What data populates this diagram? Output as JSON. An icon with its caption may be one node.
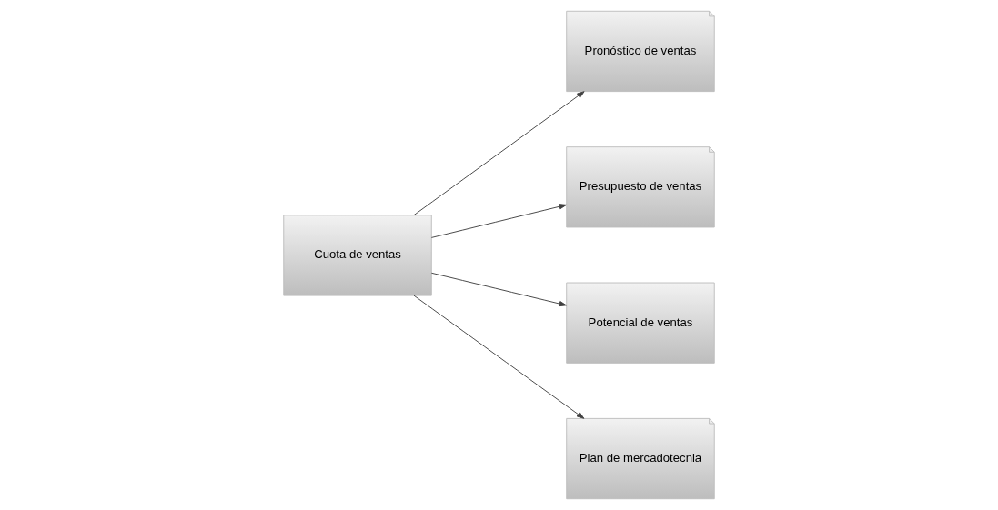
{
  "diagram": {
    "nodes": [
      {
        "text": [
          "Pronóstico de ventas"
        ]
      },
      {
        "text": [
          "Presupuesto de ventas"
        ]
      },
      {
        "text": [
          "Cuota de ventas"
        ]
      },
      {
        "text": [
          "Potencial de ventas"
        ]
      },
      {
        "text": [
          "Plan de mercadotecnia"
        ]
      }
    ],
    "edges": [
      {
        "from": 2,
        "to": 0,
        "arrow": "to"
      },
      {
        "from": 2,
        "to": 1,
        "arrow": "to"
      },
      {
        "from": 2,
        "to": 3,
        "arrow": "to"
      },
      {
        "from": 2,
        "to": 4,
        "arrow": "to"
      }
    ]
  }
}
